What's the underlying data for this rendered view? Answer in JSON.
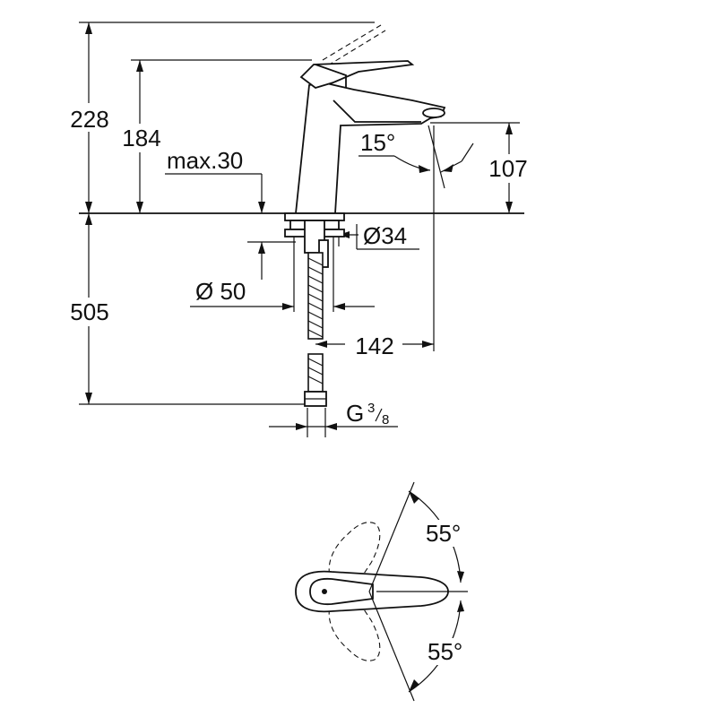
{
  "drawing": {
    "side_view": {
      "dims": {
        "overall_height": "228",
        "body_height": "184",
        "max_deck": "max.30",
        "spout_height": "107",
        "tilt_angle": "15°",
        "below_deck": "505",
        "hole_dia": "Ø34",
        "base_dia": "Ø 50",
        "reach": "142",
        "thread_g": "G",
        "thread_num": "3",
        "thread_den": "8"
      }
    },
    "top_view": {
      "dims": {
        "angle_upper": "55°",
        "angle_lower": "55°"
      }
    }
  }
}
